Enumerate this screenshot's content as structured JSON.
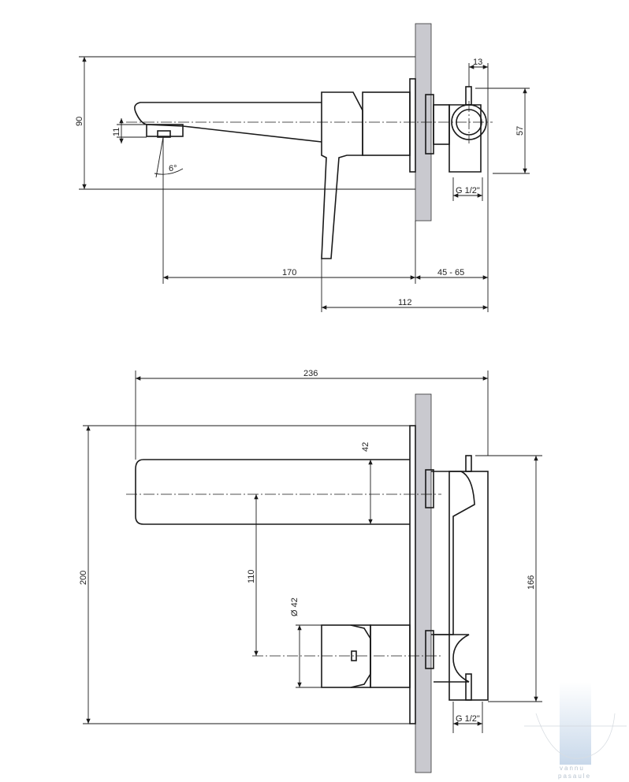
{
  "side_view": {
    "dim_height": "90",
    "dim_outlet": "11",
    "dim_angle": "6°",
    "dim_pin": "13",
    "dim_box": "57",
    "dim_thread": "G 1/2\"",
    "dim_projection": "170",
    "dim_wall_depth": "45 - 65",
    "dim_body": "112"
  },
  "front_view": {
    "dim_total_length": "236",
    "dim_spout_height": "42",
    "dim_total_height": "200",
    "dim_axis_distance": "110",
    "dim_handle_diameter": "Ø 42",
    "dim_box_height": "166",
    "dim_thread": "G 1/2\""
  },
  "watermark": {
    "line1": "vannu",
    "line2": "pasaule"
  }
}
